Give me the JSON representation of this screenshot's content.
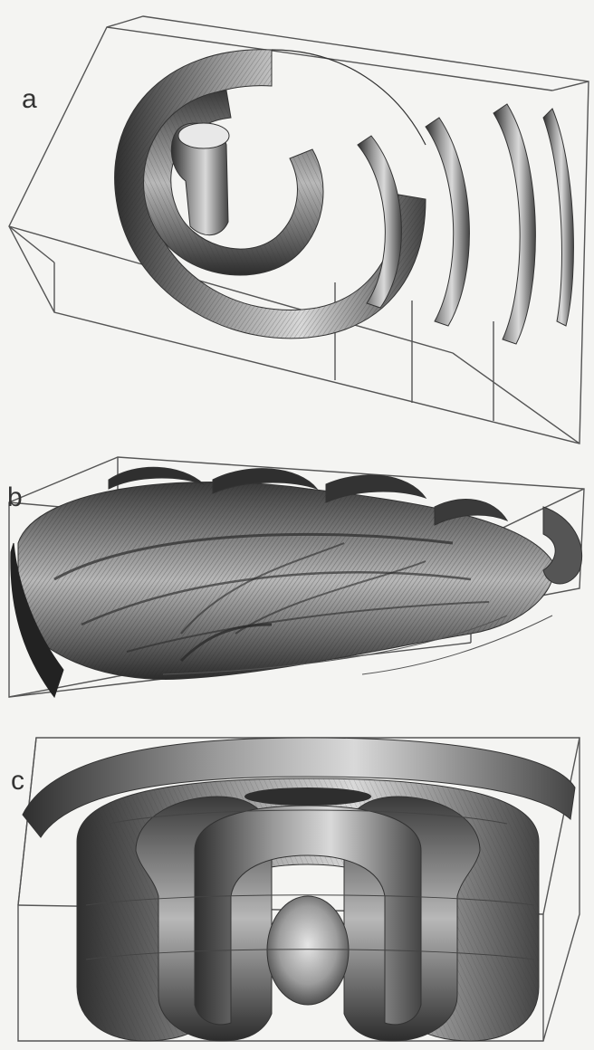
{
  "figure": {
    "panels": [
      {
        "id": "a",
        "label": "a"
      },
      {
        "id": "b",
        "label": "b"
      },
      {
        "id": "c",
        "label": "c"
      }
    ]
  },
  "colors": {
    "background": "#f4f4f2",
    "line": "#555555",
    "shade": "#3a3a3a",
    "light": "#bdbdbd"
  }
}
